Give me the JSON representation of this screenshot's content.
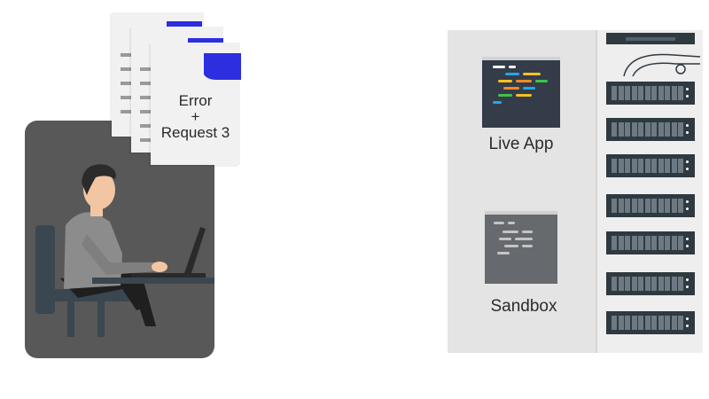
{
  "document_stack": {
    "front_doc_text": [
      "Error",
      "+",
      "Request 3"
    ]
  },
  "environments": {
    "live": {
      "label": "Live App"
    },
    "sandbox": {
      "label": "Sandbox"
    }
  },
  "colors": {
    "accent_blue": "#2c2ee0",
    "panel_dark": "#585858",
    "server_dark": "#2f3940",
    "code_yellow": "#f5c21b",
    "code_green": "#3fc24a",
    "code_orange": "#f08a24",
    "code_blue": "#23a8e6"
  },
  "icons": {
    "developer": "developer-illustration-icon",
    "documents": "document-stack-icon",
    "live_screen": "code-window-icon",
    "sandbox_screen": "code-window-icon",
    "server": "server-rack-icon"
  }
}
